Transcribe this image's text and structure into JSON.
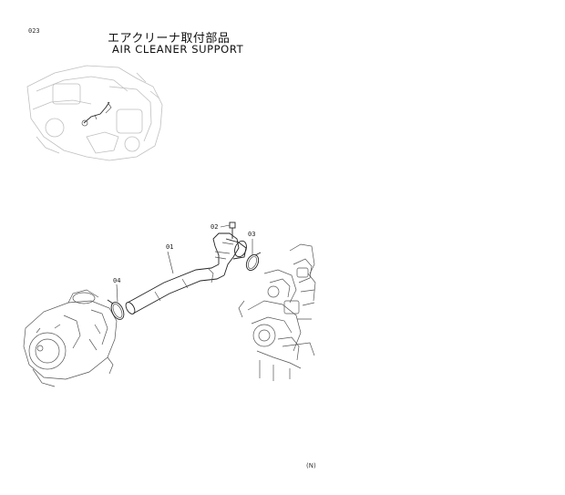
{
  "header": {
    "page_number": "023",
    "title_jp": "エアクリーナ取付部品",
    "title_en": "AIR  CLEANER  SUPPORT"
  },
  "callouts": [
    {
      "id": "callout-01",
      "label": "01"
    },
    {
      "id": "callout-02",
      "label": "02"
    },
    {
      "id": "callout-03",
      "label": "03"
    },
    {
      "id": "callout-04",
      "label": "04"
    }
  ],
  "footer": {
    "mark": "(N)"
  }
}
